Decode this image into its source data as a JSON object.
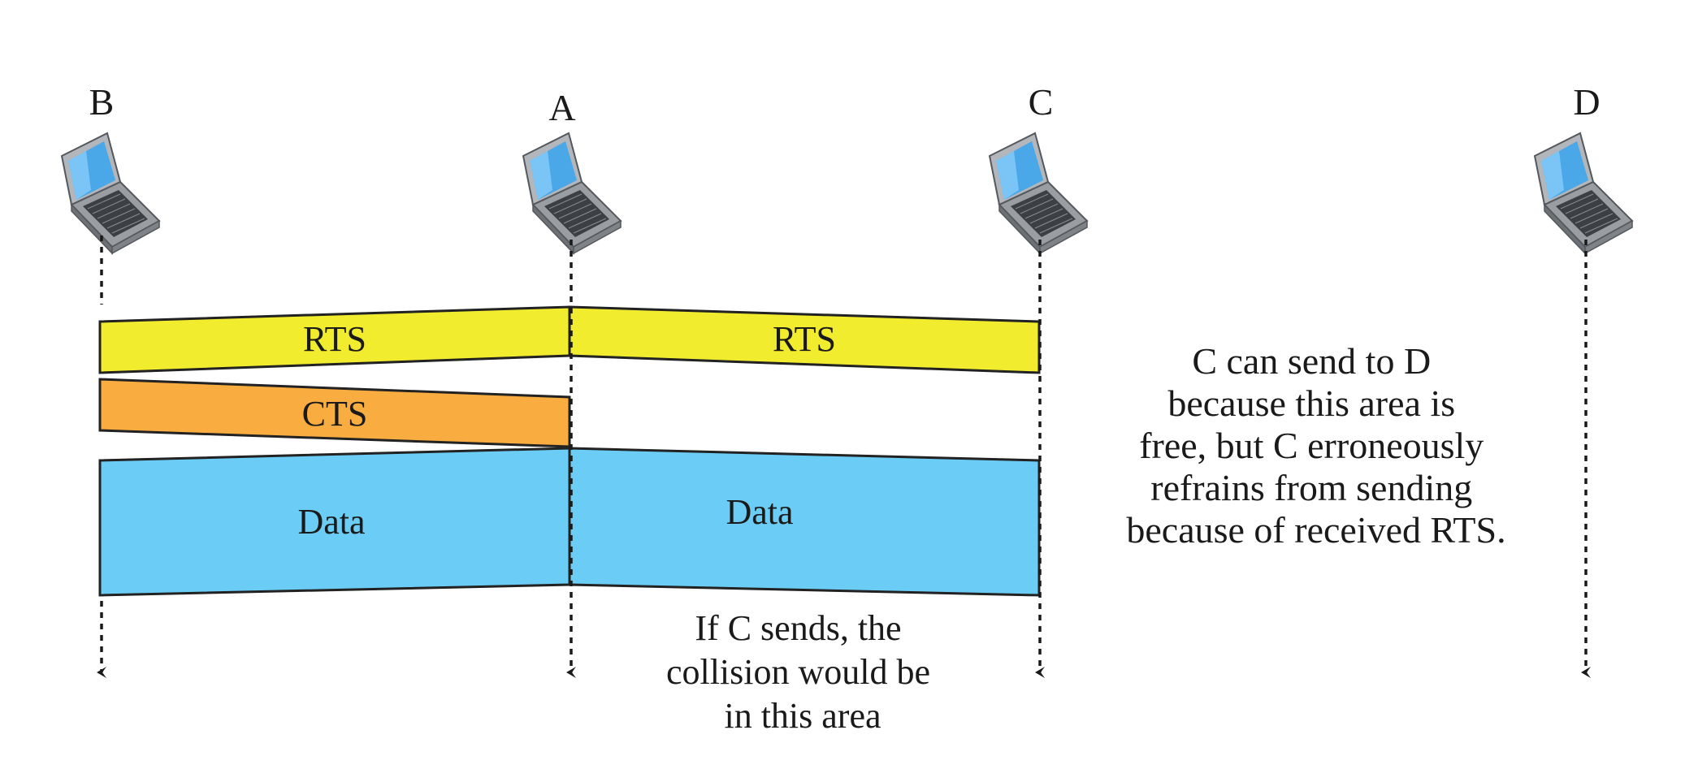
{
  "nodes": [
    {
      "id": "B",
      "label": "B",
      "x": 0.06
    },
    {
      "id": "A",
      "label": "A",
      "x": 0.34
    },
    {
      "id": "C",
      "label": "C",
      "x": 0.62
    },
    {
      "id": "D",
      "label": "D",
      "x": 0.945
    }
  ],
  "frames": {
    "rts_left": "RTS",
    "rts_right": "RTS",
    "cts": "CTS",
    "data_left": "Data",
    "data_right": "Data"
  },
  "notes": {
    "collision": [
      "If C sends, the",
      "collision would be",
      "in this area"
    ],
    "exposed": [
      "C can send to D",
      "because this area is",
      "free, but C erroneously",
      "refrains from sending",
      "because of received RTS."
    ]
  },
  "colors": {
    "rts": "#F2EC2E",
    "cts": "#F9AD40",
    "data": "#6BCDF5",
    "outline": "#222222"
  },
  "icons": {
    "node": "laptop-icon",
    "timeline": "dashed-arrow"
  }
}
